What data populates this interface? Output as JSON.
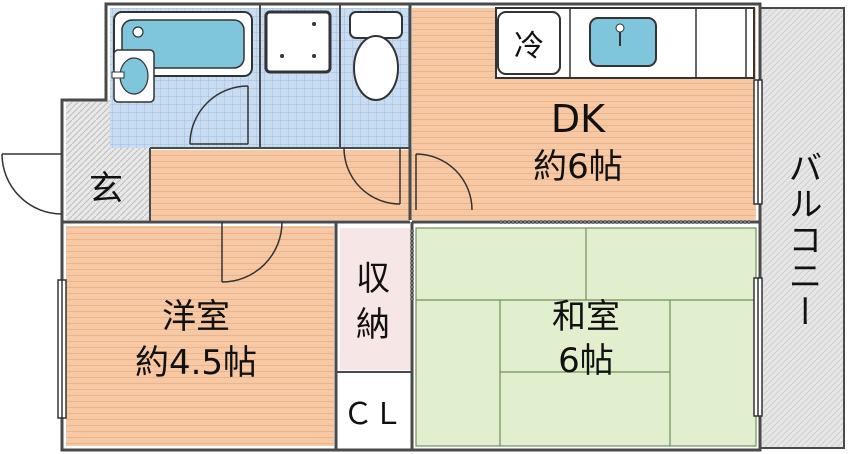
{
  "rooms": {
    "entrance": {
      "label": "玄"
    },
    "dk": {
      "name": "DK",
      "size": "約6帖"
    },
    "western": {
      "name": "洋室",
      "size": "約4.5帖"
    },
    "japanese": {
      "name": "和室",
      "size": "6帖"
    },
    "storage": {
      "line1": "収",
      "line2": "納"
    },
    "closet": {
      "label": "ＣＬ"
    },
    "balcony": {
      "label": "バルコニー"
    },
    "fridge": {
      "label": "冷"
    }
  },
  "colors": {
    "floor_wood": "#f6c9a4",
    "floor_wood_line": "#eab58c",
    "tatami": "#e2efcf",
    "tile": "#c8dcf2",
    "tile_line": "#9fbde0",
    "storage": "#f7e6e6",
    "balcony": "#e5e5e5",
    "fixture": "#7fc6dd",
    "wall": "#4a4a4a"
  }
}
